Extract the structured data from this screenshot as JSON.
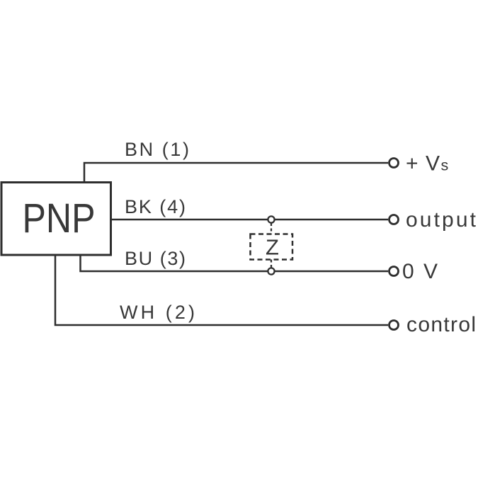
{
  "device": {
    "label": "PNP"
  },
  "wires": [
    {
      "pin_label": "BN (1)",
      "terminal_label": "+Vs"
    },
    {
      "pin_label": "BK (4)",
      "terminal_label": "output"
    },
    {
      "pin_label": "BU (3)",
      "terminal_label": "0 V"
    },
    {
      "pin_label": "WH (2)",
      "terminal_label": "control"
    }
  ],
  "supply_terminal": {
    "prefix": "+V",
    "subscript": "s"
  },
  "load": {
    "label": "Z"
  },
  "colors": {
    "line": "#2e2e2e",
    "text": "#383838",
    "background": "#ffffff"
  }
}
